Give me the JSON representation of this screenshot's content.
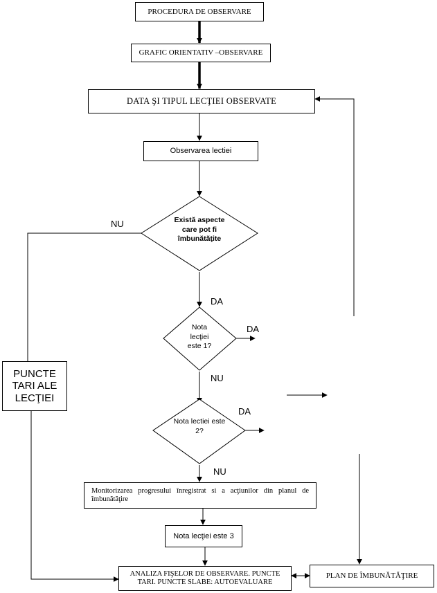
{
  "boxes": {
    "procedura": "PROCEDURA DE OBSERVARE",
    "grafic": "GRAFIC ORIENTATIV –OBSERVARE",
    "data_tip": "DATA ŞI TIPUL LECŢIEI OBSERVATE",
    "observarea": "Observarea lectiei",
    "puncte_tari": "PUNCTE TARI ALE LECŢIEI",
    "monitorizarea": "Monitorizarea progresului înregistrat si a acţiunilor din planul de îmbunătăţire",
    "nota3": "Nota lecţiei este 3",
    "analiza": "ANALIZA FIŞELOR DE OBSERVARE. PUNCTE TARI. PUNCTE SLABE: AUTOEVALUARE",
    "plan": "PLAN DE ÎMBUNĂTĂŢIRE"
  },
  "decisions": {
    "aspecte": "Există aspecte care pot fi îmbunătăţite",
    "nota1": "Nota lecţiei este 1?",
    "nota2": "Nota lectiei este 2?"
  },
  "labels": {
    "nu1": "NU",
    "da1": "DA",
    "da2": "DA",
    "nu2": "NU",
    "da3": "DA",
    "nu3": "NU"
  }
}
